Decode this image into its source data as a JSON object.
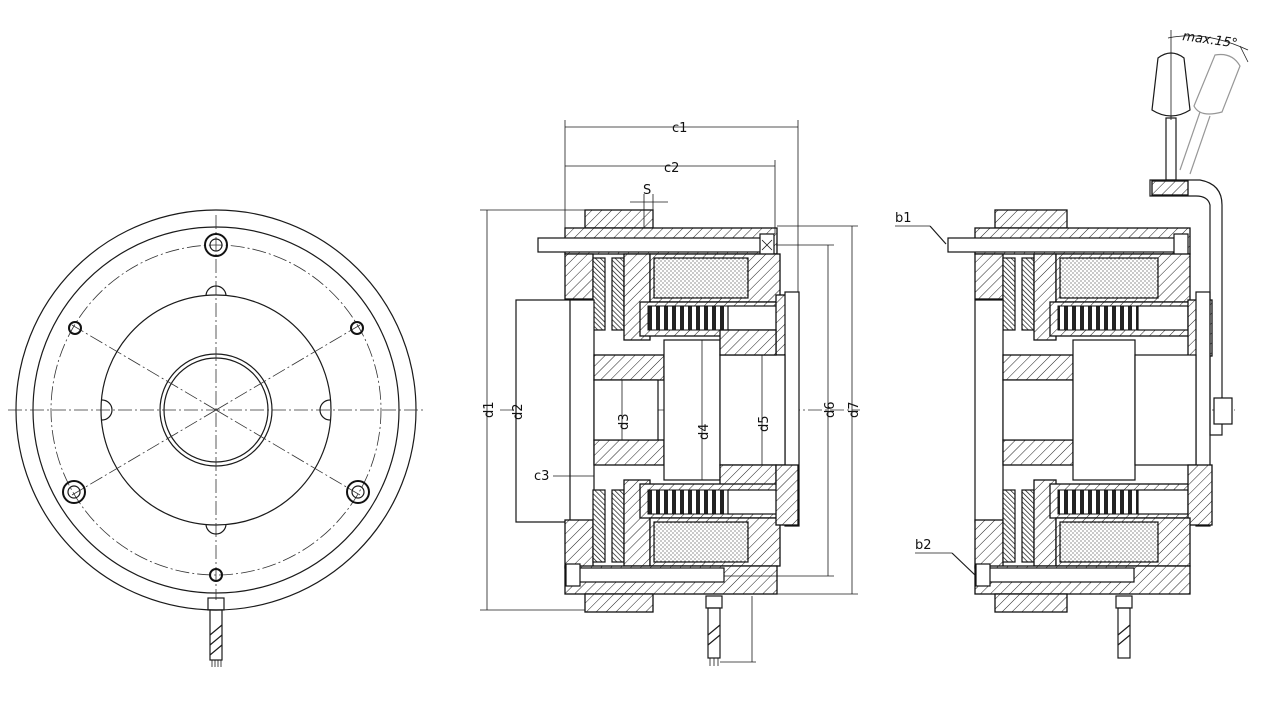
{
  "labels": {
    "c1": "c1",
    "c2": "c2",
    "c3": "c3",
    "s": "S",
    "d1": "d1",
    "d2": "d2",
    "d3": "d3",
    "d4": "d4",
    "d5": "d5",
    "d6": "d6",
    "d7": "d7",
    "b1": "b1",
    "b2": "b2",
    "max_angle": "max.15°"
  }
}
